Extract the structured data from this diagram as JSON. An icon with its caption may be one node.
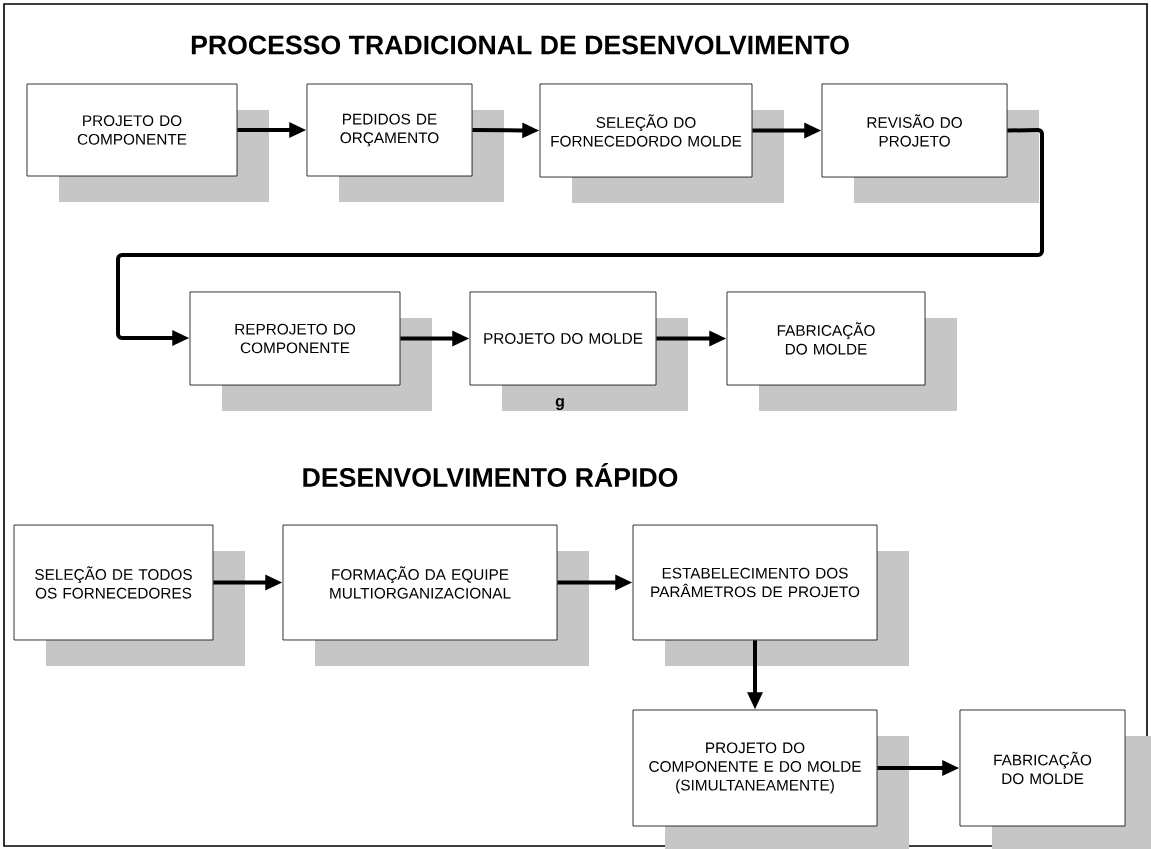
{
  "diagram": {
    "title": "PROCESSO TRADICIONAL DE DESENVOLVIMENTO",
    "nodes": [
      {
        "text": [
          "PROJETO DO COMPONENTE"
        ]
      },
      {
        "text": [
          "PEDIDOS DE ORÇAMENTO"
        ]
      },
      {
        "text": [
          "SELEÇÃO DO FORNECEDORDO MOLDE"
        ]
      },
      {
        "text": [
          "REVISÃO DO PROJETO"
        ]
      },
      {
        "text": [
          "REPROJETO DO COMPONENTE"
        ]
      },
      {
        "text": [
          "PROJETO DO MOLDE"
        ]
      },
      {
        "text": [
          "FABRICAÇÃO DO MOLDE"
        ]
      },
      {
        "text": [
          "SELEÇÃO DE TODOS OS FORNECEDORES"
        ]
      },
      {
        "text": [
          "FORMAÇÃO DA EQUIPE MULTIORGANIZACIONAL"
        ]
      },
      {
        "text": [
          "ESTABELECIMENTO DOS PARÂMETROS DE PROJETO"
        ]
      },
      {
        "text": [
          "PROJETO DO COMPONENTE E DO MOLDE (SIMULTANEAMENTE)"
        ]
      },
      {
        "text": [
          "FABRICAÇÃO DO MOLDE"
        ]
      }
    ],
    "edges": [
      {
        "from": 0,
        "to": 1,
        "arrow": "to"
      },
      {
        "from": 1,
        "to": 2,
        "arrow": "to"
      },
      {
        "from": 2,
        "to": 3,
        "arrow": "to"
      },
      {
        "from": 3,
        "to": 4,
        "arrow": "to"
      },
      {
        "from": 4,
        "to": 5,
        "arrow": "to"
      },
      {
        "from": 5,
        "to": 6,
        "arrow": "to"
      },
      {
        "from": 7,
        "to": 8,
        "arrow": "to"
      },
      {
        "from": 8,
        "to": 9,
        "arrow": "to"
      },
      {
        "from": 9,
        "to": 10,
        "arrow": "to"
      },
      {
        "from": 10,
        "to": 11,
        "arrow": "to"
      }
    ],
    "labels": [
      "g",
      "DESENVOLVIMENTO RÁPIDO"
    ]
  }
}
